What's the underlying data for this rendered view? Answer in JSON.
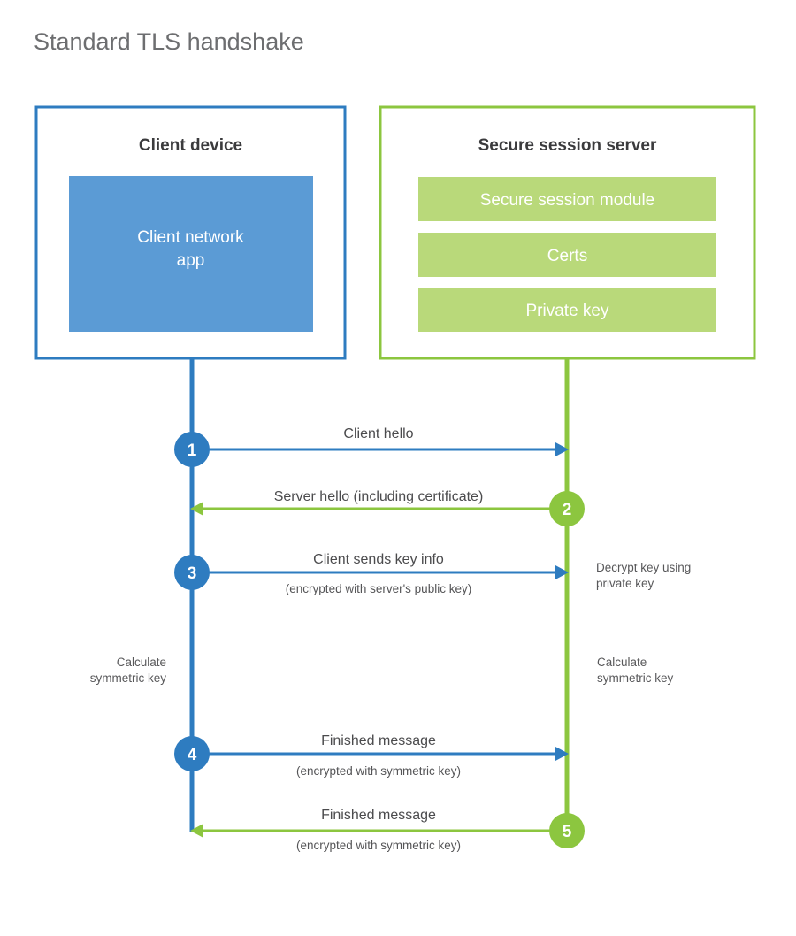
{
  "page": {
    "title": "Standard TLS handshake",
    "background_color": "#ffffff"
  },
  "colors": {
    "client_blue": "#2e7cc0",
    "client_app_fill": "#5b9bd5",
    "server_green": "#8cc63f",
    "server_bar_fill": "#b9d97a",
    "title_gray": "#6d6e70",
    "text_dark": "#3b3b3d",
    "text_body": "#4b4b4d"
  },
  "client_panel": {
    "title": "Client device",
    "app_label_line1": "Client network",
    "app_label_line2": "app"
  },
  "server_panel": {
    "title": "Secure session server",
    "bars": [
      {
        "label": "Secure session module"
      },
      {
        "label": "Certs"
      },
      {
        "label": "Private key"
      }
    ]
  },
  "steps": [
    {
      "number": "1",
      "label": "Client hello",
      "sublabel": "",
      "direction": "client-to-server",
      "color": "#2e7cc0"
    },
    {
      "number": "2",
      "label": "Server hello (including certificate)",
      "sublabel": "",
      "direction": "server-to-client",
      "color": "#8cc63f"
    },
    {
      "number": "3",
      "label": "Client sends key info",
      "sublabel": "(encrypted with server's public key)",
      "direction": "client-to-server",
      "color": "#2e7cc0"
    },
    {
      "number": "4",
      "label": "Finished message",
      "sublabel": "(encrypted with symmetric key)",
      "direction": "client-to-server",
      "color": "#2e7cc0"
    },
    {
      "number": "5",
      "label": "Finished message",
      "sublabel": "(encrypted with symmetric key)",
      "direction": "server-to-client",
      "color": "#8cc63f"
    }
  ],
  "annotations": {
    "server_decrypt_line1": "Decrypt key using",
    "server_decrypt_line2": "private key",
    "client_calc_line1": "Calculate",
    "client_calc_line2": "symmetric key",
    "server_calc_line1": "Calculate",
    "server_calc_line2": "symmetric key"
  }
}
